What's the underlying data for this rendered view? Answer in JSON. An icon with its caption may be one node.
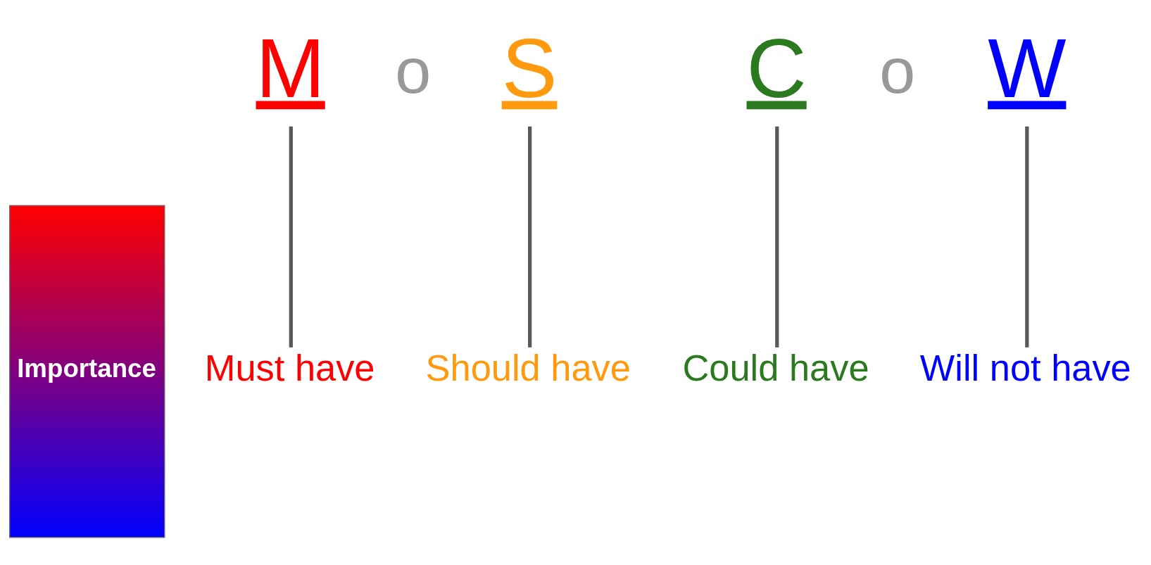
{
  "diagram": {
    "nodes": [
      {
        "text": [
          "Importance"
        ]
      },
      {
        "text": [
          "M"
        ]
      },
      {
        "text": [
          "o"
        ]
      },
      {
        "text": [
          "S"
        ]
      },
      {
        "text": [
          "C"
        ]
      },
      {
        "text": [
          "o"
        ]
      },
      {
        "text": [
          "W"
        ]
      },
      {
        "text": [
          "Must have"
        ]
      },
      {
        "text": [
          "Should have"
        ]
      },
      {
        "text": [
          "Could have"
        ]
      },
      {
        "text": [
          "Will not have"
        ]
      }
    ],
    "edges": [
      {
        "from": 7,
        "to": 1,
        "arrow": "none"
      },
      {
        "from": 8,
        "to": 3,
        "arrow": "none"
      },
      {
        "from": 9,
        "to": 4,
        "arrow": "none"
      },
      {
        "from": 10,
        "to": 6,
        "arrow": "none"
      }
    ]
  }
}
